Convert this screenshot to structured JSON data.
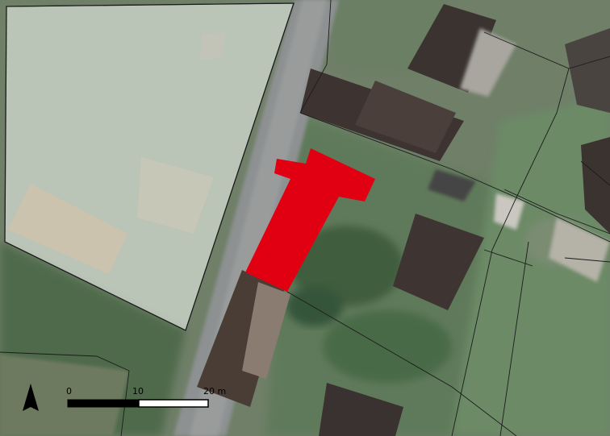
{
  "map": {
    "colors": {
      "highlight": "#e00012",
      "parcel_line": "#1a1a1a",
      "overlay": "#eef3ee"
    },
    "north_arrow_icon": "north-arrow-icon",
    "scale_bar": {
      "labels": [
        "0",
        "10",
        "20 m"
      ]
    }
  }
}
